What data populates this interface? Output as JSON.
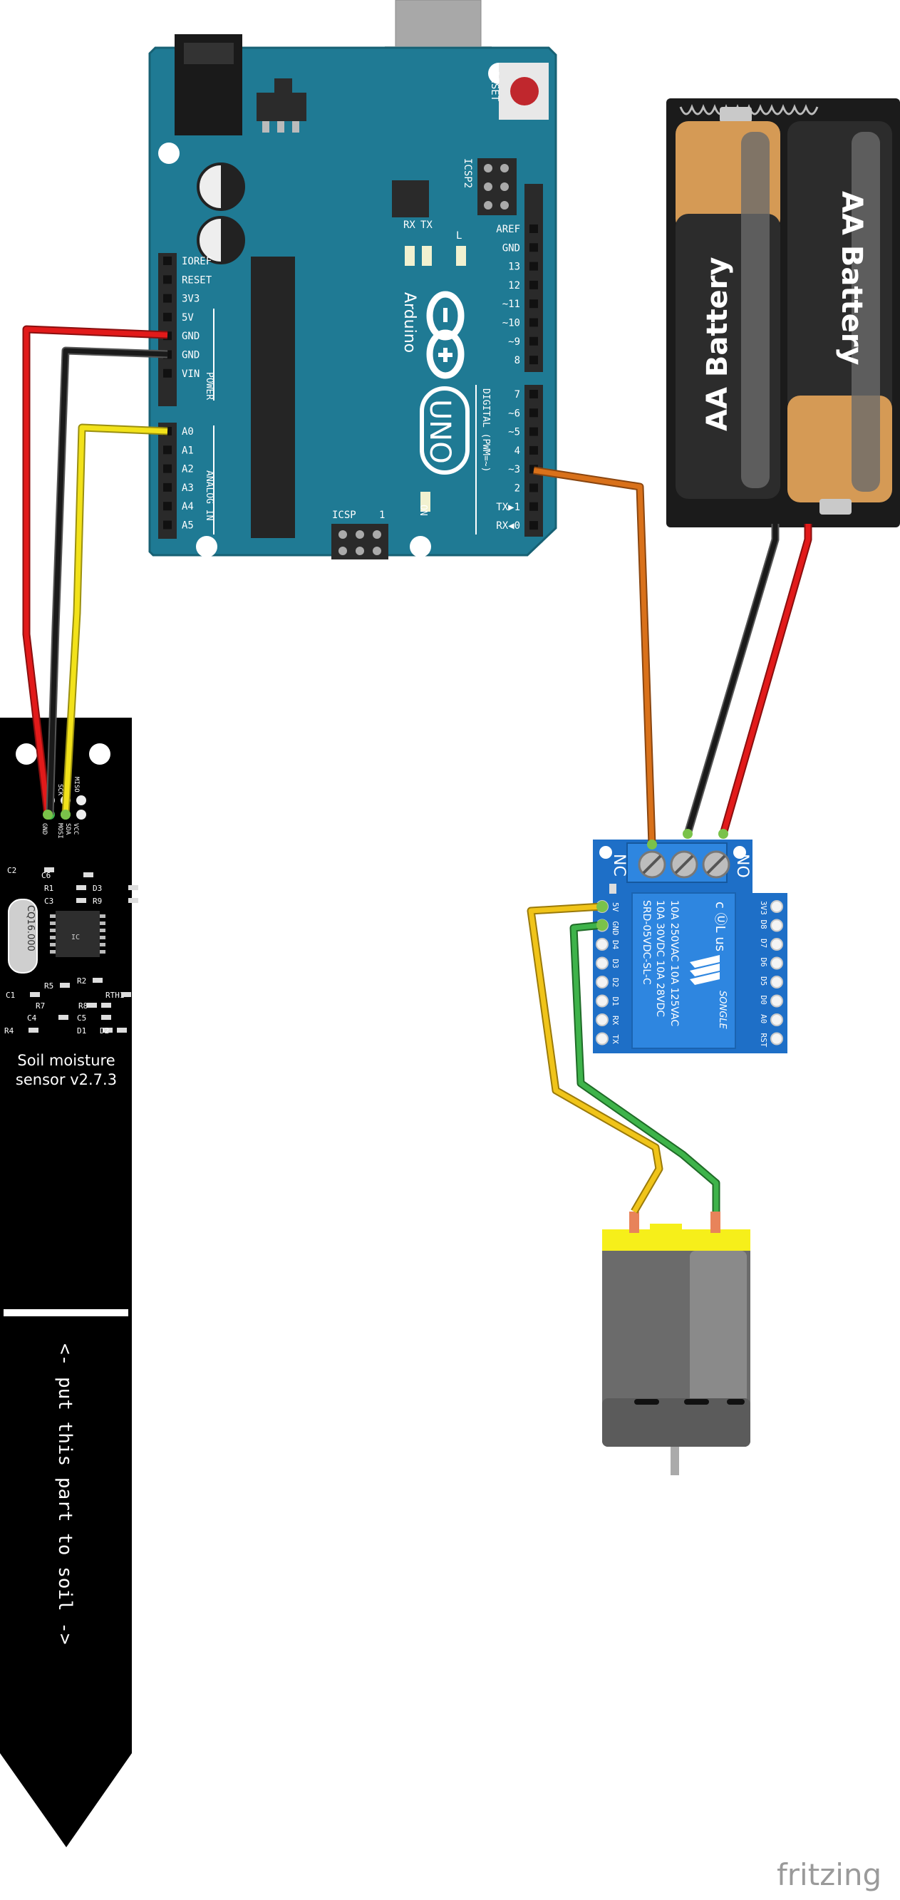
{
  "arduino": {
    "brand": "Arduino",
    "model": "UNO",
    "reset_label": "RESET",
    "icsp2_label": "ICSP2",
    "icsp_label": "ICSP",
    "icsp_pin1": "1",
    "tx_label": "TX",
    "rx_label": "RX",
    "l_label": "L",
    "on_label": "ON",
    "power_label": "POWER",
    "analog_label": "ANALOG IN",
    "digital_label": "DIGITAL (PWM=~)",
    "power_pins": [
      "IOREF",
      "RESET",
      "3V3",
      "5V",
      "GND",
      "GND",
      "VIN"
    ],
    "analog_pins": [
      "A0",
      "A1",
      "A2",
      "A3",
      "A4",
      "A5"
    ],
    "digital_pins_top": [
      "AREF",
      "GND",
      "13",
      "12",
      "~11",
      "~10",
      "~9",
      "8"
    ],
    "digital_pins_bottom": [
      "7",
      "~6",
      "~5",
      "4",
      "~3",
      "2",
      "TX▶1",
      "RX◀0"
    ],
    "board_color": "#1F7A94"
  },
  "battery": {
    "labels": [
      "AA Battery",
      "AA Battery"
    ]
  },
  "sensor": {
    "title_line1": "Soil moisture",
    "title_line2": "sensor v2.7.3",
    "crystal": "CQ16.000",
    "chip": "IC",
    "header_pins": [
      "MISO",
      "SCK",
      "MOSI",
      "VCC",
      "SDA",
      "GND"
    ],
    "components": [
      "C2",
      "C6",
      "R1",
      "D3",
      "C3",
      "R9",
      "R5",
      "R2",
      "C1",
      "R7",
      "R8",
      "RTH1",
      "C4",
      "C5",
      "R4",
      "D1",
      "D2"
    ],
    "instruction": "<- put this part to soil ->"
  },
  "relay": {
    "nc_label": "NC",
    "no_label": "NO",
    "left_pins": [
      "5V",
      "GND",
      "D4",
      "D3",
      "D2",
      "D1",
      "RX",
      "TX"
    ],
    "right_pins": [
      "3V3",
      "D8",
      "D7",
      "D6",
      "D5",
      "D0",
      "A0",
      "RST"
    ],
    "rating_lines": [
      "10A 250VAC  10A 125VAC",
      "10A 30VDC  10A 28VDC",
      "SRD-05VDC-SL-C"
    ],
    "brand": "SONGLE",
    "body_color": "#2E86E0",
    "cert": "c ⓊL us"
  },
  "watermark": "fritzing",
  "colors": {
    "wire_red": "#E21A1A",
    "wire_black": "#1A1A1A",
    "wire_yellow": "#F2E21A",
    "wire_orange": "#D9711A",
    "wire_green": "#3EB34A",
    "wire_gold": "#F0C419"
  }
}
